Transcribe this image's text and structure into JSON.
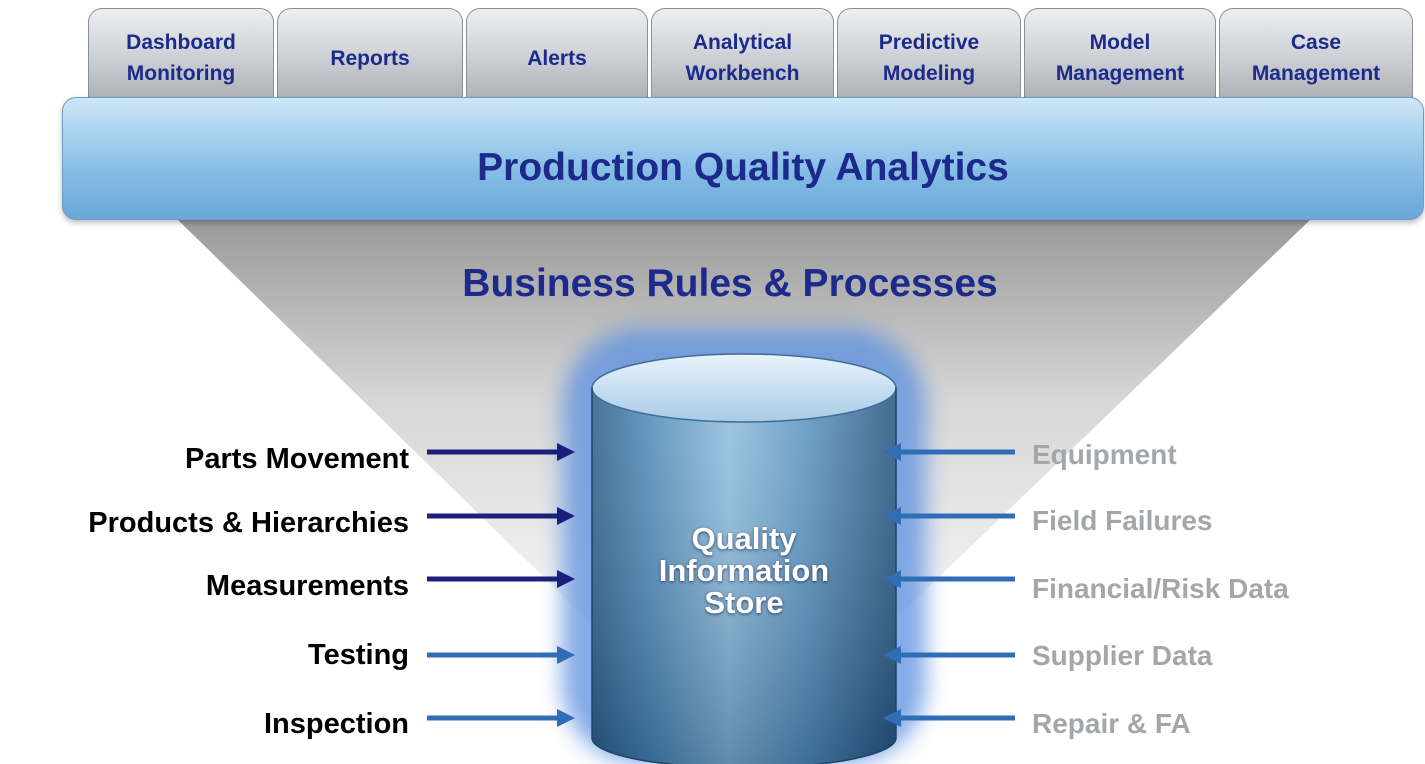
{
  "tabs": [
    {
      "label": "Dashboard\nMonitoring"
    },
    {
      "label": "Reports"
    },
    {
      "label": "Alerts"
    },
    {
      "label": "Analytical\nWorkbench"
    },
    {
      "label": "Predictive\nModeling"
    },
    {
      "label": "Model\nManagement"
    },
    {
      "label": "Case\nManagement"
    }
  ],
  "banner": {
    "title": "Production Quality Analytics"
  },
  "rules": {
    "title": "Business Rules & Processes"
  },
  "store": {
    "label": "Quality\nInformation\nStore"
  },
  "left_inputs": [
    {
      "label": "Parts Movement",
      "arrow_color": "#1a1f7a"
    },
    {
      "label": "Products & Hierarchies",
      "arrow_color": "#1a1f7a"
    },
    {
      "label": "Measurements",
      "arrow_color": "#1a1f7a"
    },
    {
      "label": "Testing",
      "arrow_color": "#2f6db6"
    },
    {
      "label": "Inspection",
      "arrow_color": "#2f6db6"
    }
  ],
  "right_inputs": [
    {
      "label": "Equipment",
      "arrow_color": "#2f6db6"
    },
    {
      "label": "Field Failures",
      "arrow_color": "#2f6db6"
    },
    {
      "label": "Financial/Risk Data",
      "arrow_color": "#2f6db6"
    },
    {
      "label": "Supplier Data",
      "arrow_color": "#2f6db6"
    },
    {
      "label": "Repair & FA",
      "arrow_color": "#2f6db6"
    }
  ],
  "colors": {
    "title_text": "#1c2a8c",
    "banner_light": "#cfe7f7",
    "banner_dark": "#6aa8d8",
    "right_label_text": "#a4a7aa",
    "arrow_dark": "#1a1f7a",
    "arrow_light": "#2f6db6"
  }
}
